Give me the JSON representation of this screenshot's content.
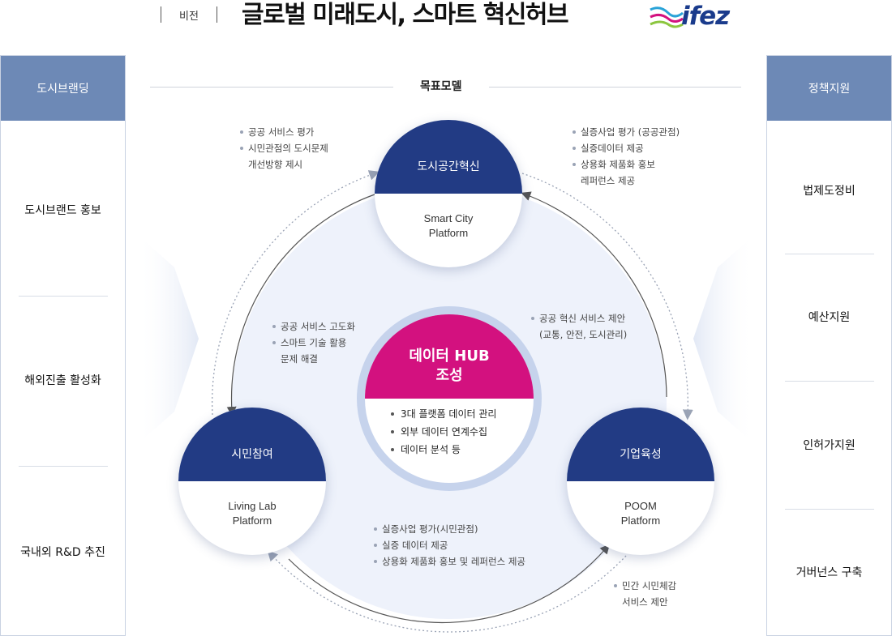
{
  "header": {
    "vision_label": "비전",
    "title": "글로벌 미래도시, 스마트 혁신허브",
    "logo_text": "ifez"
  },
  "left_panel": {
    "title": "도시브랜딩",
    "items": [
      "도시브랜드 홍보",
      "해외진출 활성화",
      "국내외 R&D 추진"
    ]
  },
  "right_panel": {
    "title": "정책지원",
    "items": [
      "법제도정비",
      "예산지원",
      "인허가지원",
      "거버넌스 구축"
    ]
  },
  "center": {
    "section_title": "목표모델",
    "nodes": {
      "top": {
        "title": "도시공간혁신",
        "line1": "Smart City",
        "line2": "Platform"
      },
      "left": {
        "title": "시민참여",
        "line1": "Living Lab",
        "line2": "Platform"
      },
      "right": {
        "title": "기업육성",
        "line1": "POOM",
        "line2": "Platform"
      }
    },
    "hub": {
      "title1": "데이터 HUB",
      "title2": "조성",
      "bullets": [
        "3대 플랫폼 데이터 관리",
        "외부 데이터 연계수집",
        "데이터 분석 등"
      ]
    },
    "notes": {
      "top_left": {
        "b1": "공공 서비스 평가",
        "b2": "시민관점의 도시문제",
        "b2c": "개선방향 제시"
      },
      "top_right": {
        "b1": "실증사업 평가 (공공관점)",
        "b2": "실증데이터 제공",
        "b3": "상용화 제품화 홍보",
        "b3c": "레퍼런스 제공"
      },
      "mid_left": {
        "b1": "공공 서비스 고도화",
        "b2": "스마트 기술 활용",
        "b2c": "문제 해결"
      },
      "mid_right": {
        "b1": "공공 혁신 서비스 제안",
        "b1c": "(교통, 안전, 도시관리)"
      },
      "bottom": {
        "b1": "실증사업 평가(시민관점)",
        "b2": "실증 데이터 제공",
        "b3": "상용화 제품화 홍보 및 레퍼런스 제공"
      },
      "bottom_right": {
        "b1": "민간 시민체감",
        "b1c": "서비스 제안"
      }
    }
  },
  "colors": {
    "navy": "#223b84",
    "magenta": "#d3117f",
    "panel_header": "#6d89b6",
    "ring": "#c6d3ec"
  }
}
